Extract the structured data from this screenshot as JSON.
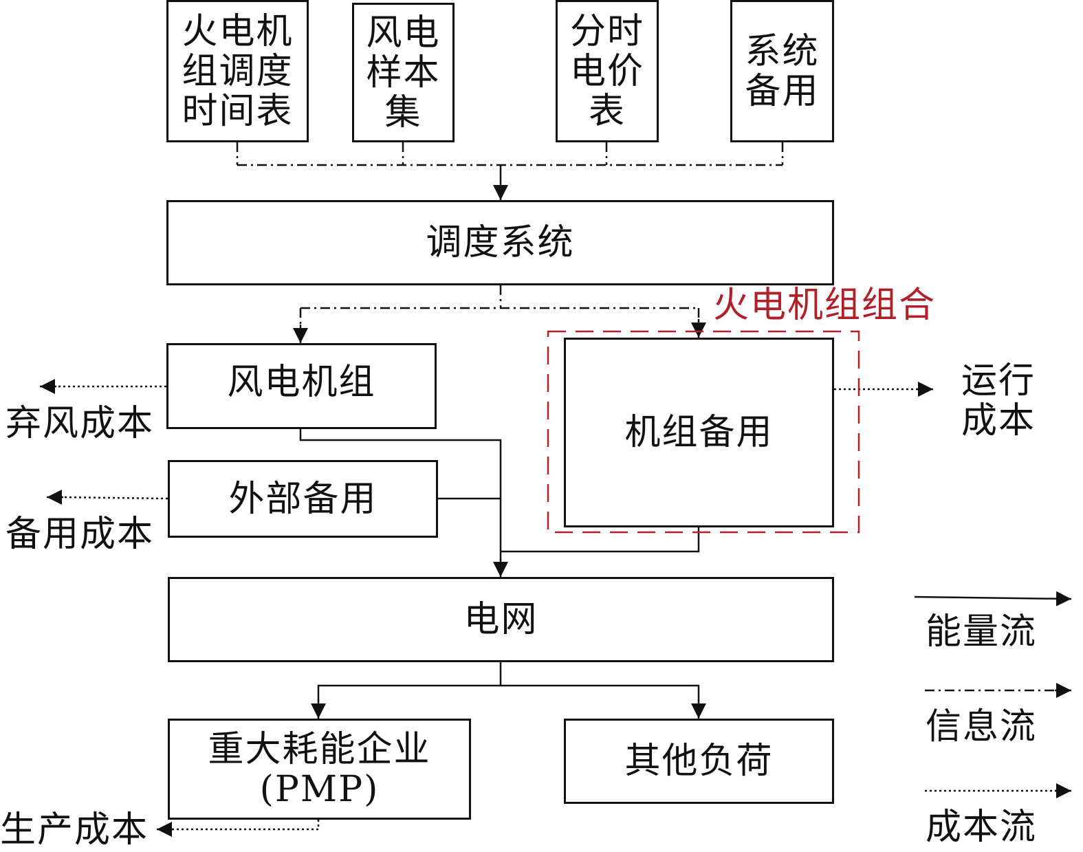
{
  "colors": {
    "line": "#111111",
    "highlight": "#b0202a"
  },
  "inputs": {
    "thermal_schedule": "火电机\n组调度\n时间表",
    "wind_samples": "风电\n样本\n集",
    "tou_price": "分时\n电价\n表",
    "system_reserve": "系统\n备用"
  },
  "nodes": {
    "dispatch": "调度系统",
    "wind_units": "风电机组",
    "external_reserve": "外部备用",
    "unit_reserve": "机组备用",
    "grid": "电网",
    "pmp": "重大耗能企业\n(PMP)",
    "other_load": "其他负荷"
  },
  "group_label": "火电机组组合",
  "costs": {
    "wind_curtail": "弃风成本",
    "reserve": "备用成本",
    "operation": "运行\n成本",
    "production": "生产成本"
  },
  "legend": {
    "energy": "能量流",
    "info": "信息流",
    "cost": "成本流"
  }
}
